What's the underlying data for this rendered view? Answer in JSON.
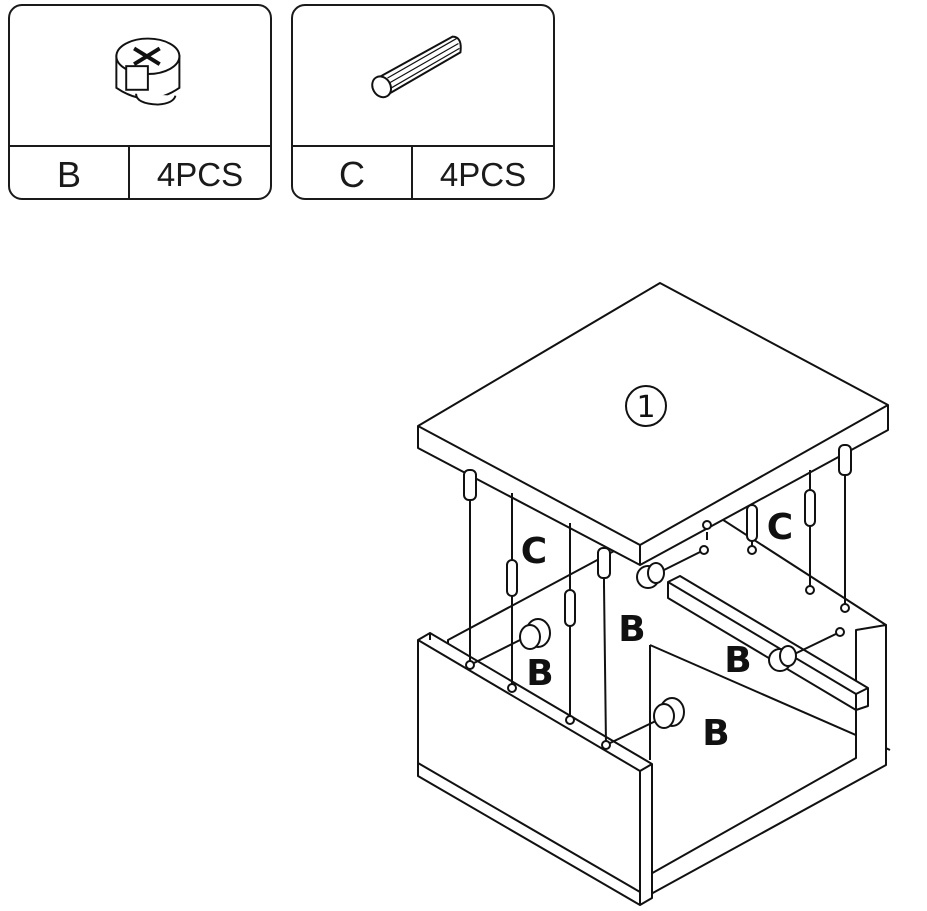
{
  "parts": [
    {
      "letter": "B",
      "qty": "4PCS",
      "icon": "cam-lock-icon"
    },
    {
      "letter": "C",
      "qty": "4PCS",
      "icon": "wooden-dowel-icon"
    }
  ],
  "step_number": "1",
  "labels": {
    "c_left": "C",
    "c_right": "C",
    "b_center": "B",
    "b_left": "B",
    "b_right": "B",
    "b_front": "B"
  }
}
